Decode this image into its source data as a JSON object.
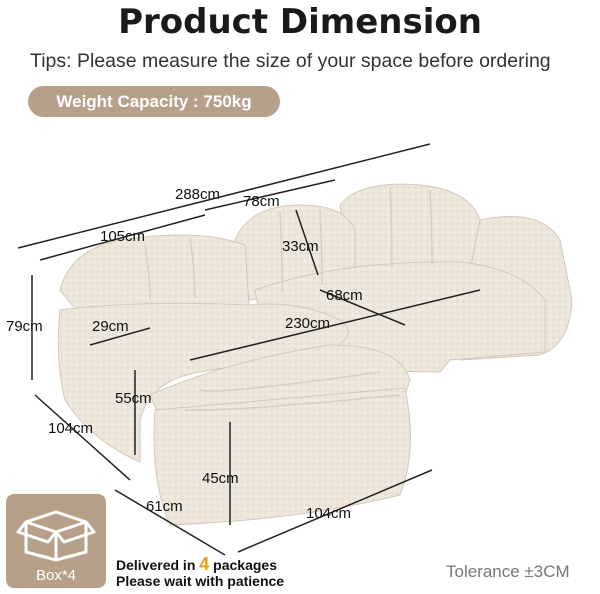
{
  "header": {
    "title": "Product Dimension",
    "tips": "Tips: Please measure the size of your space before ordering",
    "weight_capacity": "Weight Capacity : 750kg"
  },
  "dimensions": {
    "total_length": "288cm",
    "seat_width": "78cm",
    "left_width": "105cm",
    "back_height": "33cm",
    "right_depth": "68cm",
    "height": "79cm",
    "arm_width": "29cm",
    "main_length": "230cm",
    "seat_height": "55cm",
    "chaise_depth": "104cm",
    "ottoman_height": "45cm",
    "ottoman_width": "61cm",
    "ottoman_length": "104cm"
  },
  "footer": {
    "box_label": "Box*4",
    "delivered_prefix": "Delivered in",
    "delivered_number": "4",
    "delivered_suffix": "packages",
    "patience": "Please wait with patience",
    "tolerance": "Tolerance ±3CM"
  },
  "colors": {
    "accent": "#b7a08a",
    "sofa": "#ece5da",
    "highlight": "#e8a10d"
  }
}
